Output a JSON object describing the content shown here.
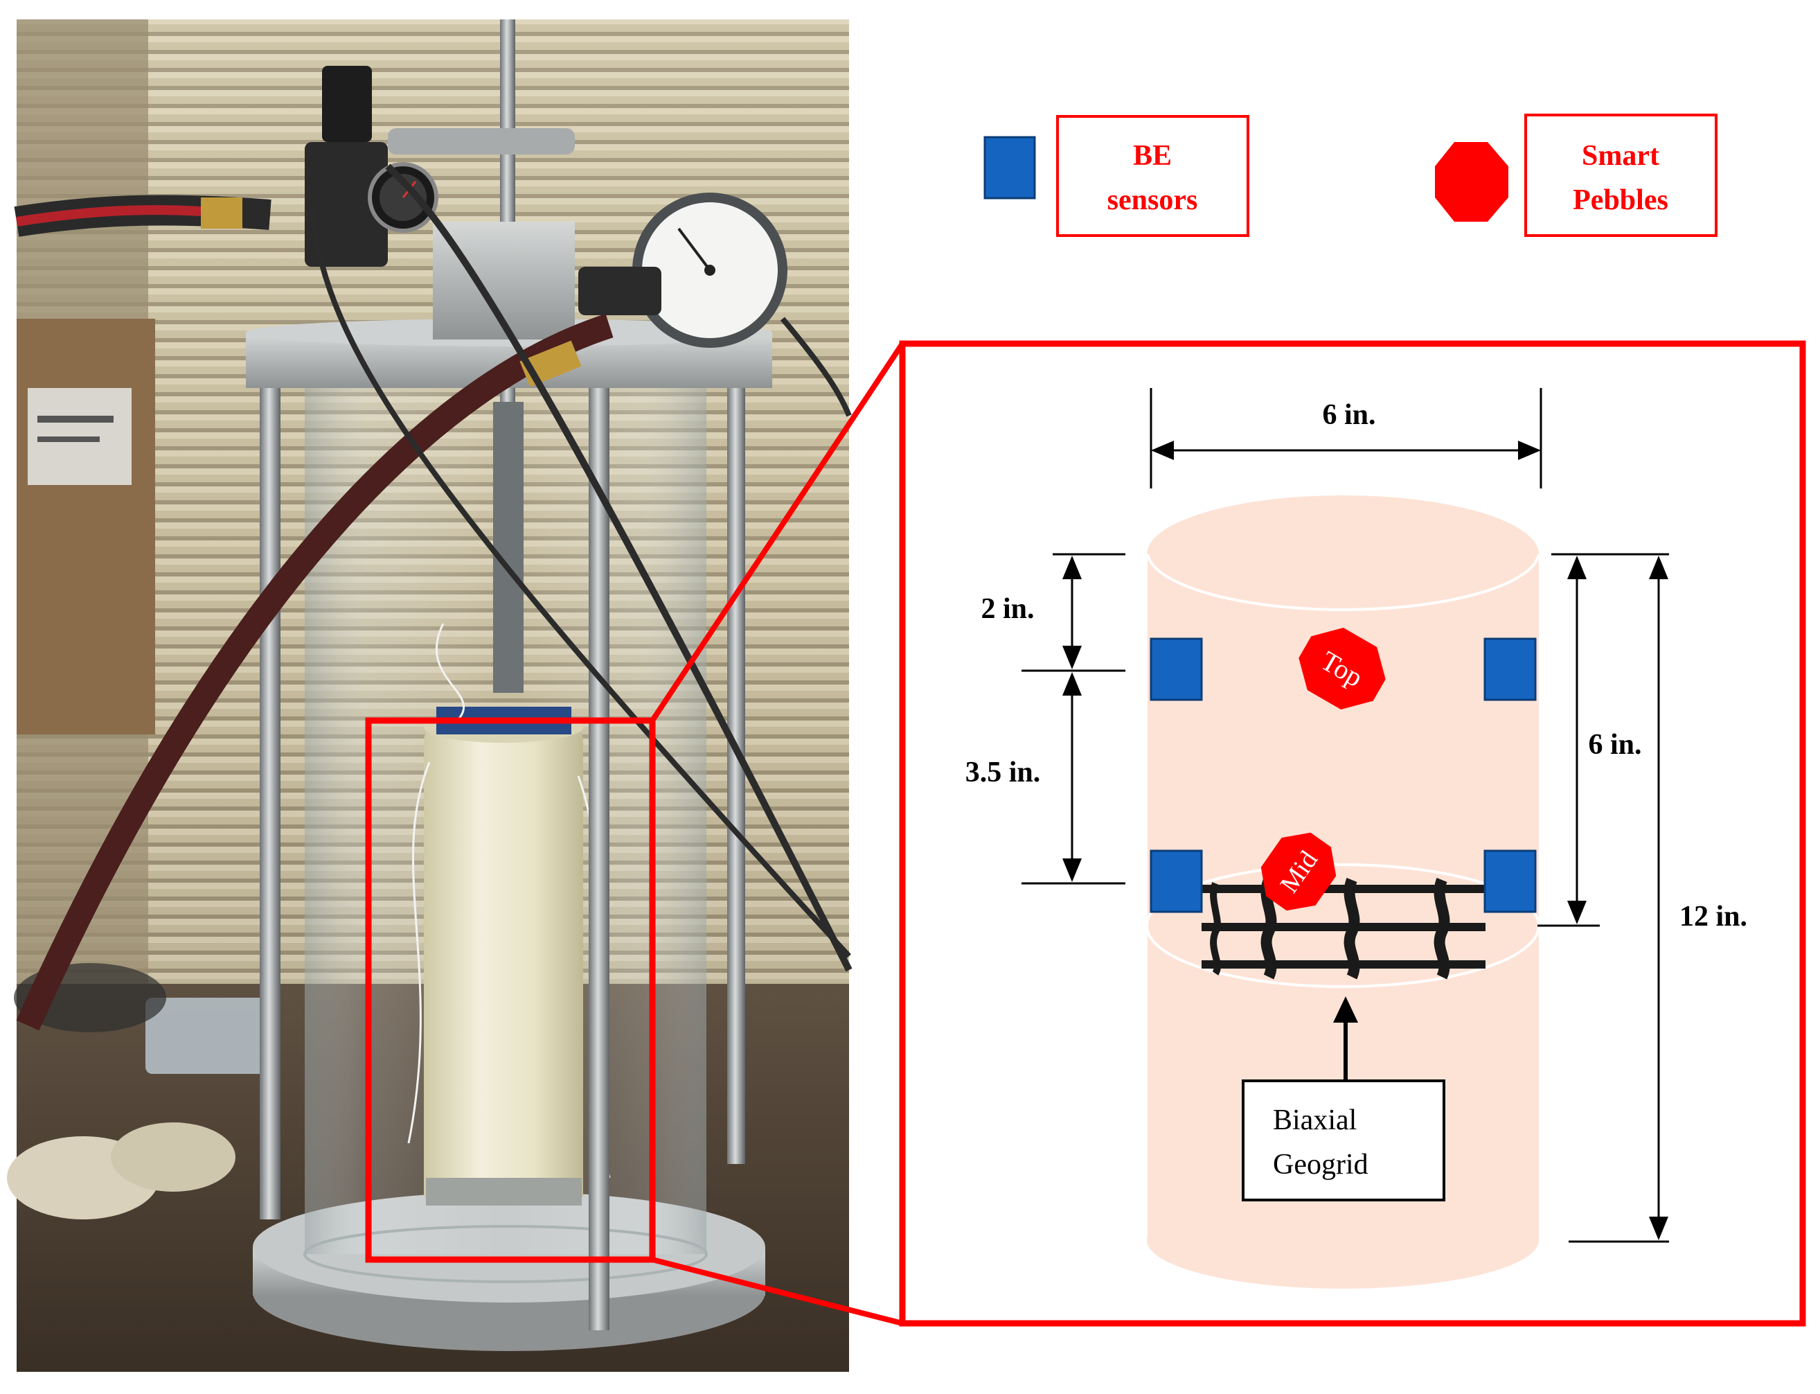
{
  "legend": {
    "be_sensors": {
      "line1": "BE",
      "line2": "sensors",
      "color": "#1565C0"
    },
    "smart_pebbles": {
      "line1": "Smart",
      "line2": "Pebbles",
      "color": "#FF0000"
    }
  },
  "diagram": {
    "diameter_label": "6 in.",
    "top_spacing_label": "2 in.",
    "mid_spacing_label": "3.5 in.",
    "half_height_label": "6 in.",
    "full_height_label": "12 in.",
    "pebble_top_label": "Top",
    "pebble_mid_label": "Mid",
    "callout": {
      "line1": "Biaxial",
      "line2": "Geogrid"
    }
  },
  "colors": {
    "frame_red": "#FF0000",
    "specimen_fill": "#FDE3D6",
    "sensor_blue": "#1565C0",
    "pebble_red": "#FF0000",
    "geogrid": "#1a1a1a"
  }
}
